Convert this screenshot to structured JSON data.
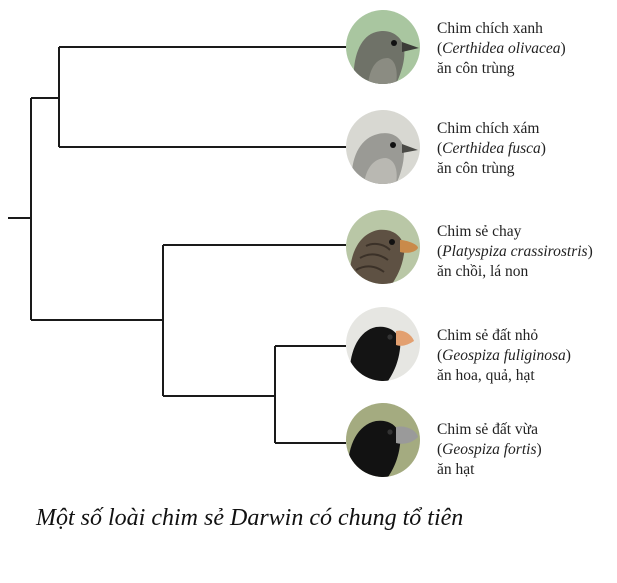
{
  "species": [
    {
      "common": "Chim chích xanh",
      "scientific": "Certhidea olivacea",
      "diet": "ăn côn trùng",
      "icon": "warbler-finch-green-icon"
    },
    {
      "common": "Chim chích xám",
      "scientific": "Certhidea fusca",
      "diet": "ăn côn trùng",
      "icon": "warbler-finch-grey-icon"
    },
    {
      "common": "Chim sẻ chay",
      "scientific": "Platyspiza crassirostris",
      "diet": "ăn chồi, lá non",
      "icon": "vegetarian-finch-icon"
    },
    {
      "common": "Chim sẻ đất nhỏ",
      "scientific": "Geospiza fuliginosa",
      "diet": "ăn hoa, quả, hạt",
      "icon": "small-ground-finch-icon"
    },
    {
      "common": "Chim sẻ đất vừa",
      "scientific": "Geospiza fortis",
      "diet": "ăn hạt",
      "icon": "medium-ground-finch-icon"
    }
  ],
  "caption": "Một số loài chim sẻ Darwin có chung tổ tiên",
  "colors": {
    "line": "#1a1a1a"
  }
}
